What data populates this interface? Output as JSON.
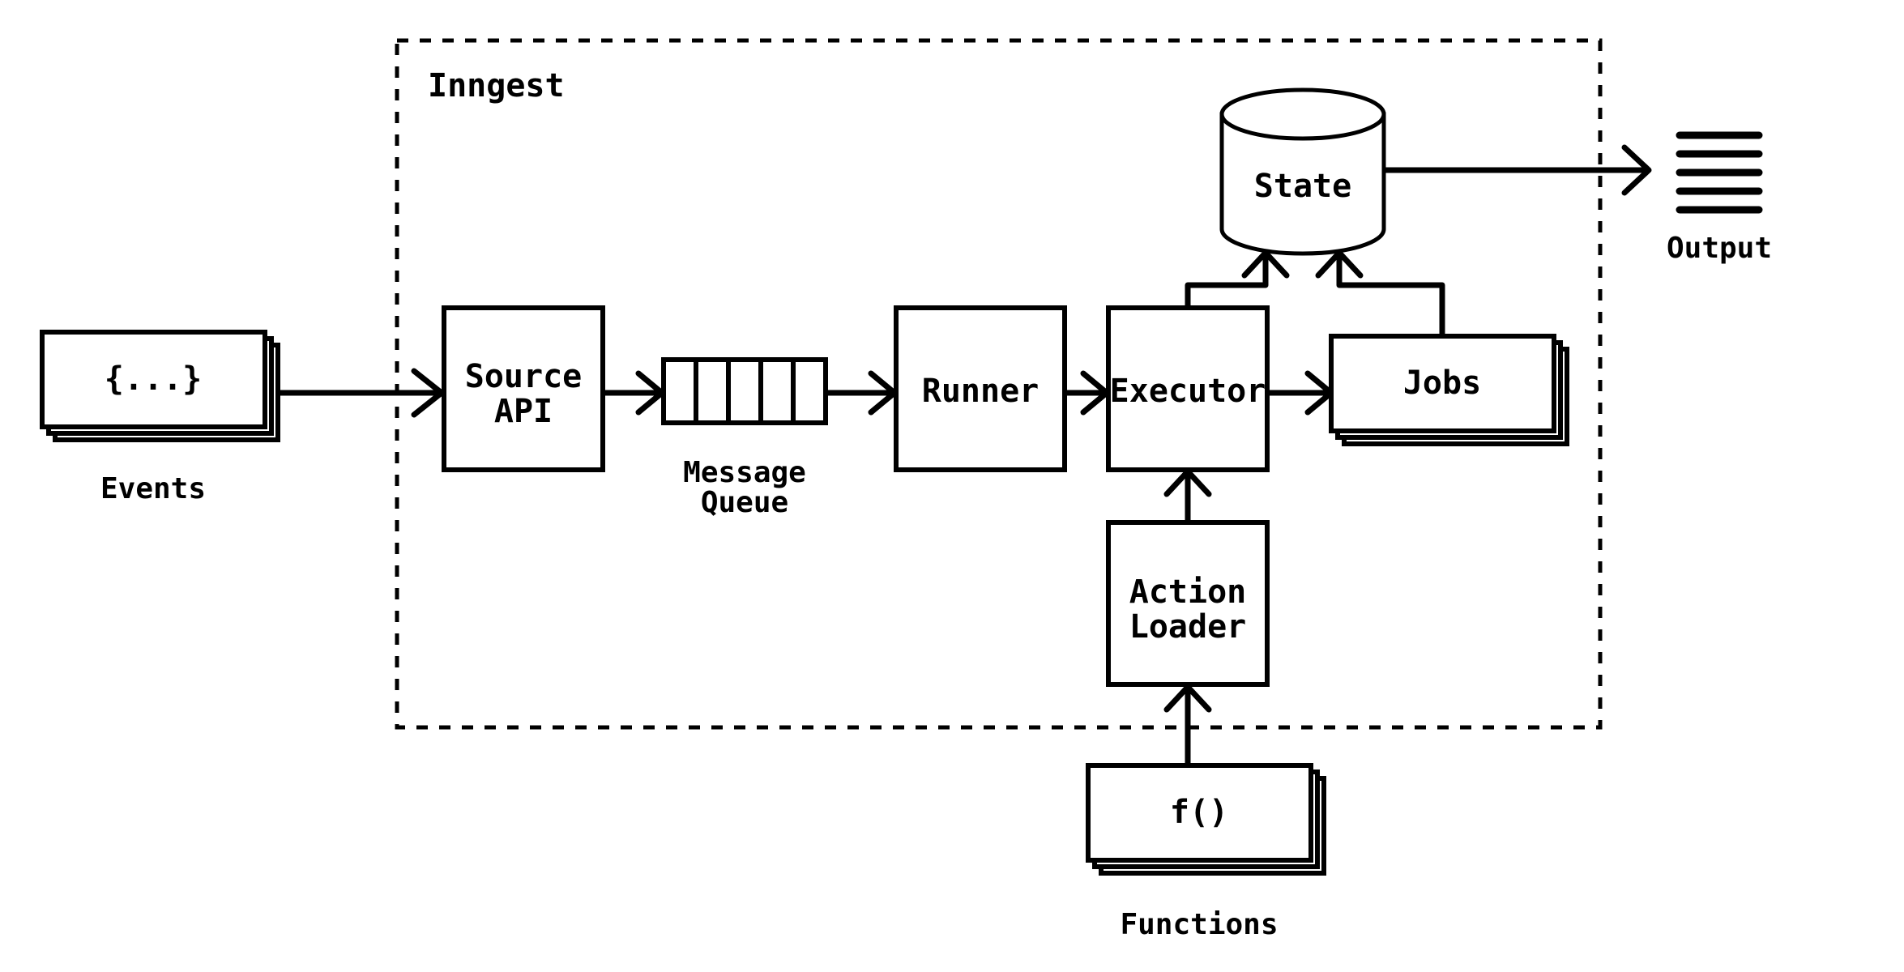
{
  "diagram": {
    "title": "Inngest",
    "group": {
      "label": "Inngest"
    },
    "nodes": {
      "events": {
        "label": "{...}",
        "caption": "Events",
        "icon": "stacked-cards-icon"
      },
      "source_api": {
        "label_line1": "Source",
        "label_line2": "API"
      },
      "message_queue": {
        "caption_line1": "Message",
        "caption_line2": "Queue",
        "cells": 5,
        "icon": "queue-cells-icon"
      },
      "runner": {
        "label": "Runner"
      },
      "executor": {
        "label": "Executor"
      },
      "jobs": {
        "label": "Jobs",
        "icon": "stacked-cards-icon"
      },
      "state": {
        "label": "State",
        "icon": "database-cylinder-icon"
      },
      "output": {
        "caption": "Output",
        "icon": "document-lines-icon",
        "lines": 5
      },
      "action_loader": {
        "label_line1": "Action",
        "label_line2": "Loader"
      },
      "functions": {
        "label": "f()",
        "caption": "Functions",
        "icon": "stacked-cards-icon"
      }
    },
    "edges": [
      {
        "name": "events-to-source-api",
        "from": "events",
        "to": "source_api"
      },
      {
        "name": "source-api-to-message-queue",
        "from": "source_api",
        "to": "message_queue"
      },
      {
        "name": "message-queue-to-runner",
        "from": "message_queue",
        "to": "runner"
      },
      {
        "name": "runner-to-executor",
        "from": "runner",
        "to": "executor"
      },
      {
        "name": "executor-to-jobs",
        "from": "executor",
        "to": "jobs"
      },
      {
        "name": "executor-to-state",
        "from": "executor",
        "to": "state"
      },
      {
        "name": "jobs-to-state",
        "from": "jobs",
        "to": "state"
      },
      {
        "name": "state-to-output",
        "from": "state",
        "to": "output"
      },
      {
        "name": "action-loader-to-executor",
        "from": "action_loader",
        "to": "executor"
      },
      {
        "name": "functions-to-action-loader",
        "from": "functions",
        "to": "action_loader"
      }
    ],
    "colors": {
      "stroke": "#000000",
      "background": "#ffffff",
      "fill": "#ffffff"
    }
  }
}
